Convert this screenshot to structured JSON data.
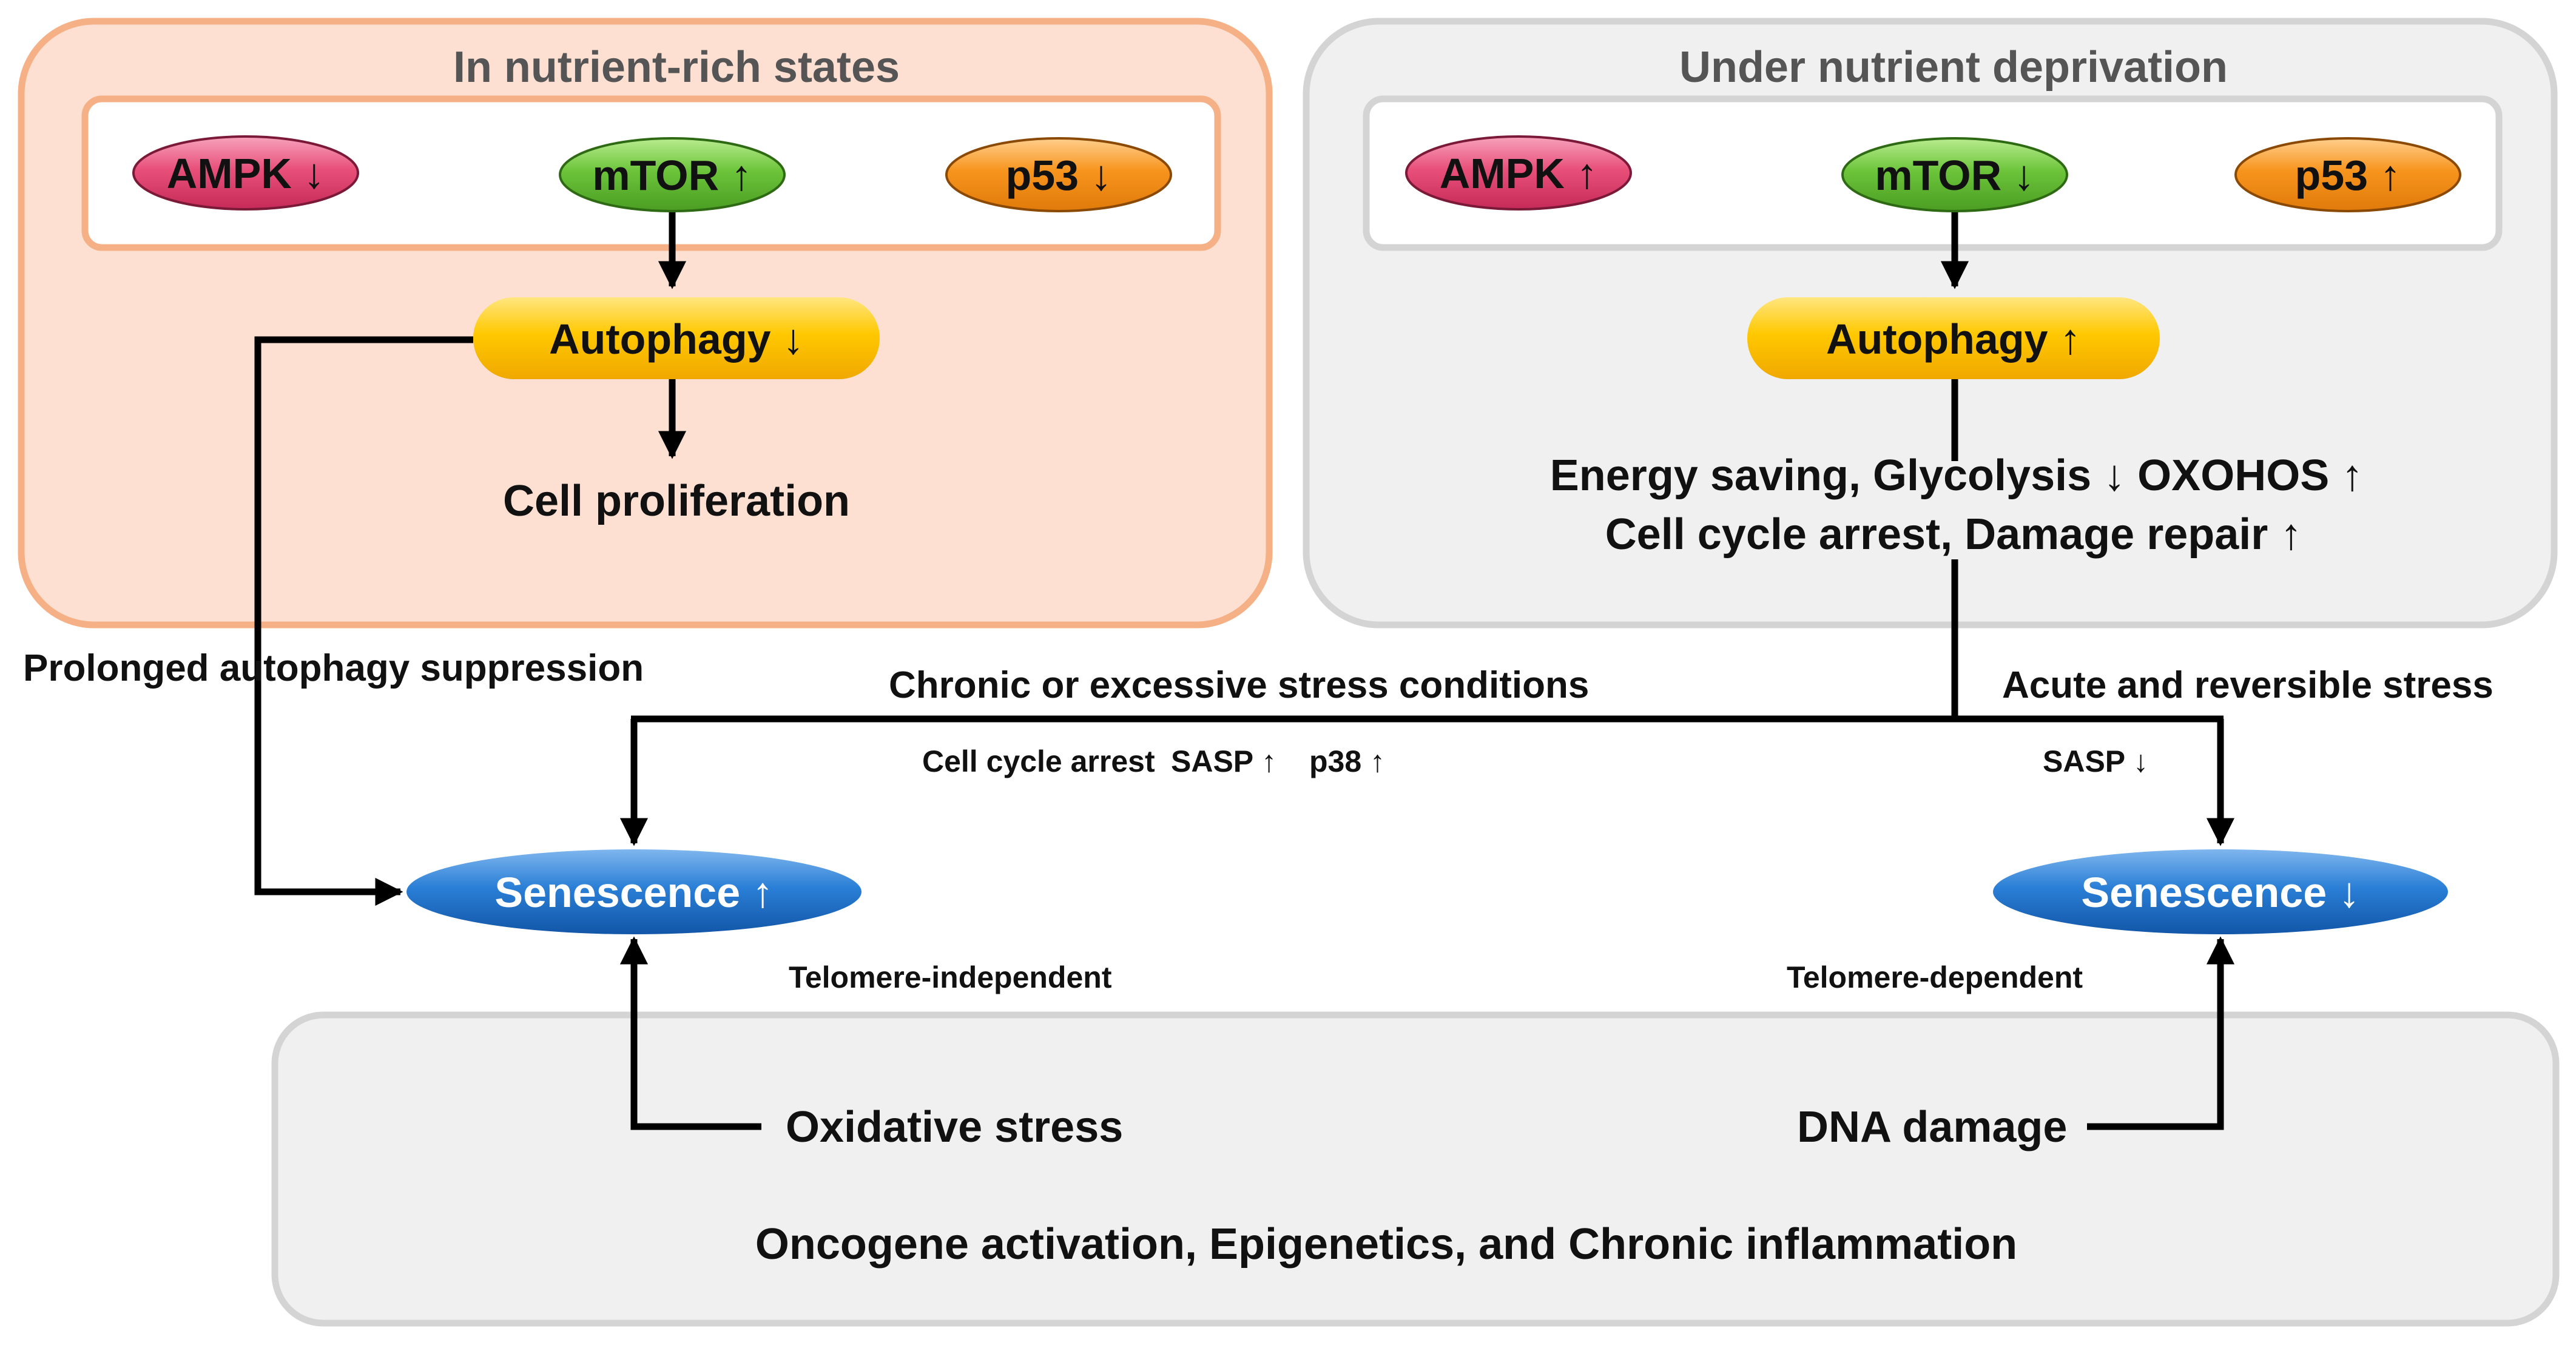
{
  "panels": {
    "rich": {
      "title": "In nutrient-rich states",
      "ampk": "AMPK ↓",
      "mtor": "mTOR ↑",
      "p53": "p53 ↓",
      "autophagy": "Autophagy ↓",
      "outcome": "Cell proliferation"
    },
    "deprived": {
      "title": "Under nutrient deprivation",
      "ampk": "AMPK ↑",
      "mtor": "mTOR ↓",
      "p53": "p53 ↑",
      "autophagy": "Autophagy ↑",
      "outcome_line1": "Energy saving,  Glycolysis ↓  OXOHOS ↑",
      "outcome_line2": "Cell cycle arrest,  Damage repair ↑"
    }
  },
  "labels": {
    "prolonged": "Prolonged autophagy suppression",
    "chronic": "Chronic or excessive stress conditions",
    "acute": "Acute and reversible stress",
    "cell_cycle_arrest": "Cell cycle arrest",
    "sasp_up": "SASP ↑",
    "p38_up": "p38 ↑",
    "sasp_down": "SASP ↓",
    "telomere_independent": "Telomere-independent",
    "telomere_dependent": "Telomere-dependent"
  },
  "senescence": {
    "up": "Senescence ↑",
    "down": "Senescence ↓"
  },
  "bottom": {
    "oxidative": "Oxidative stress",
    "dna": "DNA damage",
    "other": "Oncogene activation, Epigenetics, and Chronic inflammation"
  },
  "colors": {
    "rich_panel_fill": "#fde0d2",
    "rich_panel_stroke": "#f6b085",
    "deprived_panel_fill": "#f0f0f0",
    "deprived_panel_stroke": "#d4d4d4",
    "ampk": "#e8507a",
    "mtor": "#6cc43a",
    "p53": "#f7941d",
    "autophagy": "#ffc000",
    "senescence": "#1f6fc6",
    "arrow": "#000000"
  }
}
